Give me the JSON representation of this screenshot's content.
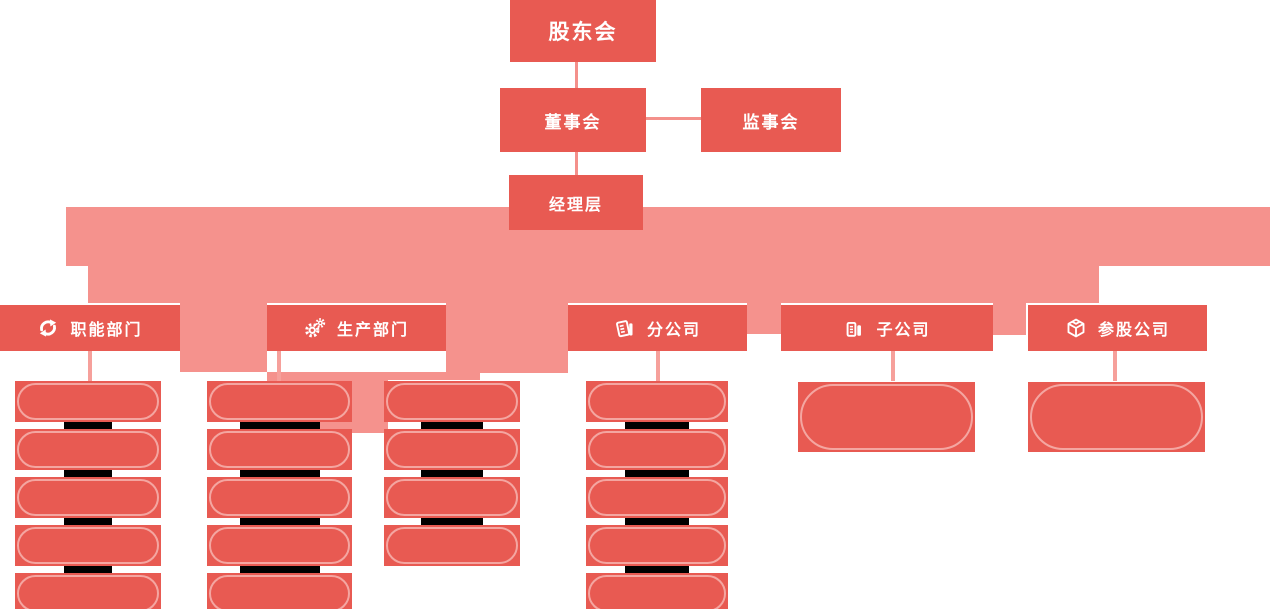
{
  "chart": {
    "title_none": "",
    "nodes": {
      "shareholders": "股东会",
      "board": "董事会",
      "supervisory": "监事会",
      "management": "经理层"
    },
    "departments": [
      {
        "label": "职能部门",
        "icon": "circular-arrows-icon",
        "sub_units": 5
      },
      {
        "label": "生产部门",
        "icon": "gears-icon",
        "sub_units": 9
      },
      {
        "label": "分公司",
        "icon": "branch-building-icon",
        "sub_units": 5
      },
      {
        "label": "子公司",
        "icon": "subsidiary-building-icon",
        "sub_units": 1
      },
      {
        "label": "参股公司",
        "icon": "holding-cube-icon",
        "sub_units": 1
      }
    ],
    "colors": {
      "primary_red": "#E85A52",
      "band_salmon": "#F5928D",
      "pill_outline": "#F4A6A1",
      "connector_light": "#F6A09B",
      "redacted_bar": "#000000",
      "text": "#FFFFFF"
    }
  }
}
